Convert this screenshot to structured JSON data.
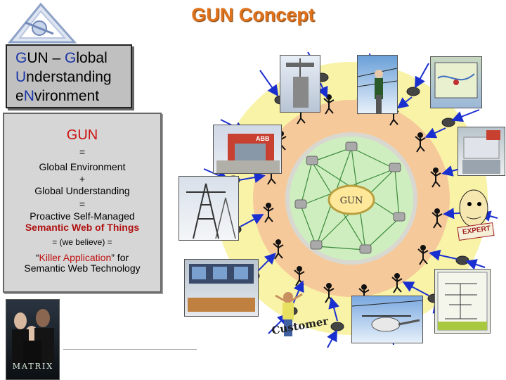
{
  "title": "GUN Concept",
  "definition": {
    "line1_a": "G",
    "line1_b": "UN – ",
    "line1_c": "G",
    "line1_d": "lobal",
    "line2_a": "U",
    "line2_b": "nderstanding",
    "line3_a": "e",
    "line3_b": "N",
    "line3_c": "vironment"
  },
  "equation": {
    "heading": "GUN",
    "eq1": "=",
    "line1": "Global Environment",
    "plus": "+",
    "line2": "Global Understanding",
    "eq2": "=",
    "line3": "Proactive Self-Managed",
    "line4": "Semantic Web of Things",
    "believe": "= (we believe) =",
    "killer_quote_open": "“",
    "killer": "Killer Application",
    "killer_quote_close": "” for",
    "line5": "Semantic Web Technology"
  },
  "diagram": {
    "center_label": "GUN",
    "expert_label": "EXPERT",
    "customer_label": "Customer",
    "abb_label": "ABB",
    "matrix_label": "MATRIX"
  },
  "colors": {
    "title": "#e0721b",
    "outer_ring": "#f8f3a6",
    "mid_ring": "#f6c99a",
    "inner_ring": "#cfeec0",
    "arrow": "#1a2fd0"
  }
}
